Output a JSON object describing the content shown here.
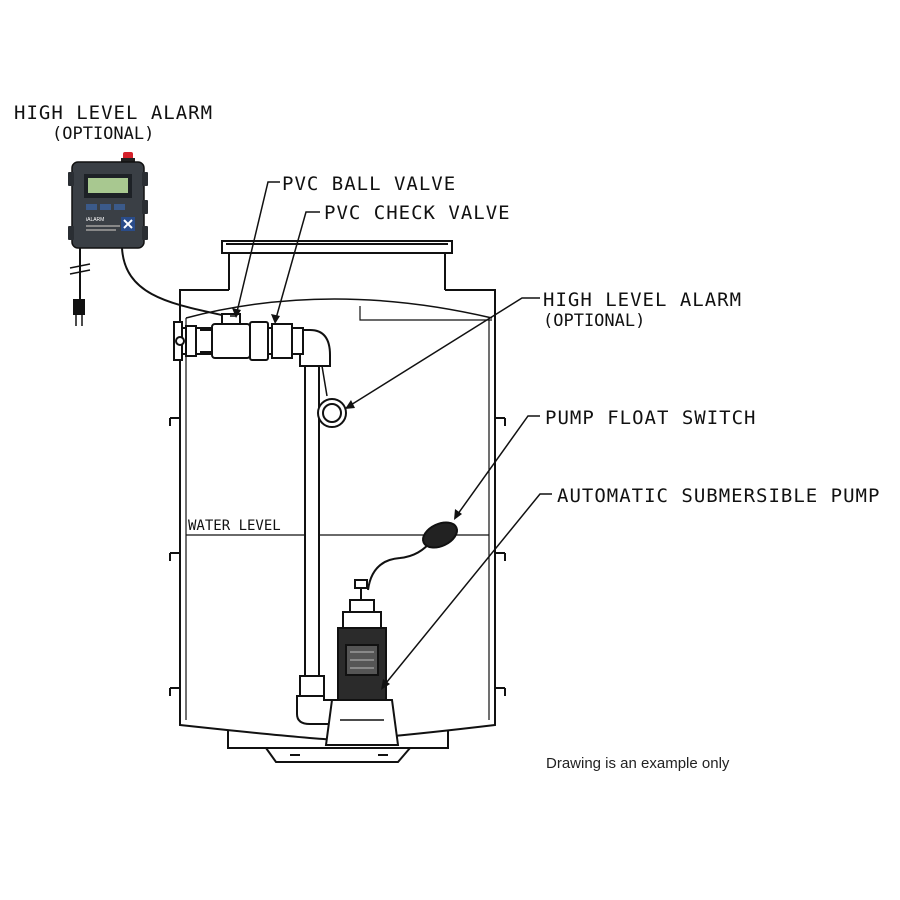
{
  "labels": {
    "alarm_panel_title": "HIGH LEVEL ALARM",
    "alarm_panel_optional": "(OPTIONAL)",
    "ball_valve": "PVC BALL VALVE",
    "check_valve": "PVC CHECK VALVE",
    "alarm_float_title": "HIGH LEVEL ALARM",
    "alarm_float_optional": "(OPTIONAL)",
    "pump_float": "PUMP FLOAT SWITCH",
    "pump": "AUTOMATIC SUBMERSIBLE PUMP",
    "water_level": "WATER LEVEL"
  },
  "note": "Drawing is an example only",
  "alarm_device": {
    "brand": "iALARM"
  },
  "colors": {
    "line": "#111111",
    "alarm_body": "#3a3f45",
    "alarm_screen": "#a8c890",
    "beacon": "#d4202a",
    "pump_body": "#2b2b2b"
  }
}
